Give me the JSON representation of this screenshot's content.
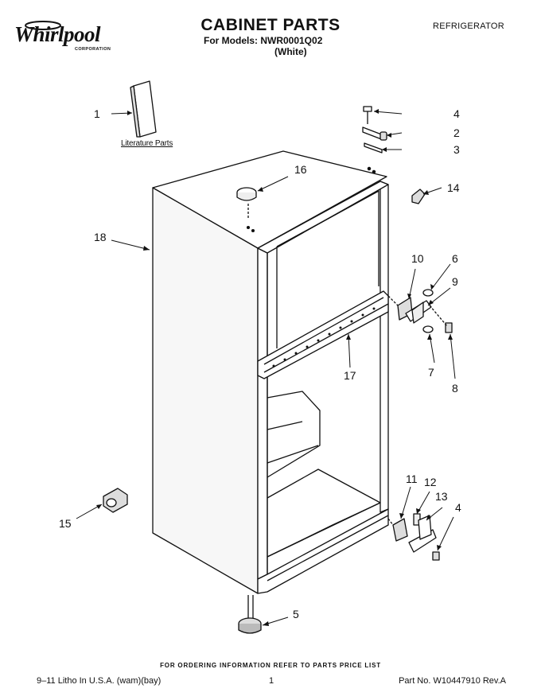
{
  "header": {
    "brand": "Whirlpool",
    "brand_sub": "CORPORATION",
    "title": "CABINET PARTS",
    "models": "For Models: NWR0001Q02",
    "color": "(White)",
    "category": "REFRIGERATOR"
  },
  "literature_label": "Literature Parts",
  "callouts": {
    "c1": "1",
    "c2": "2",
    "c3": "3",
    "c4a": "4",
    "c4b": "4",
    "c5": "5",
    "c6": "6",
    "c7": "7",
    "c8": "8",
    "c9": "9",
    "c10": "10",
    "c11": "11",
    "c12": "12",
    "c13": "13",
    "c14": "14",
    "c15": "15",
    "c16": "16",
    "c17": "17",
    "c18": "18"
  },
  "footer": {
    "order_note": "FOR ORDERING INFORMATION REFER TO PARTS PRICE LIST",
    "litho": "9–11 Litho In U.S.A. (wam)(bay)",
    "page": "1",
    "part_no": "Part No. W10447910 Rev.A"
  }
}
